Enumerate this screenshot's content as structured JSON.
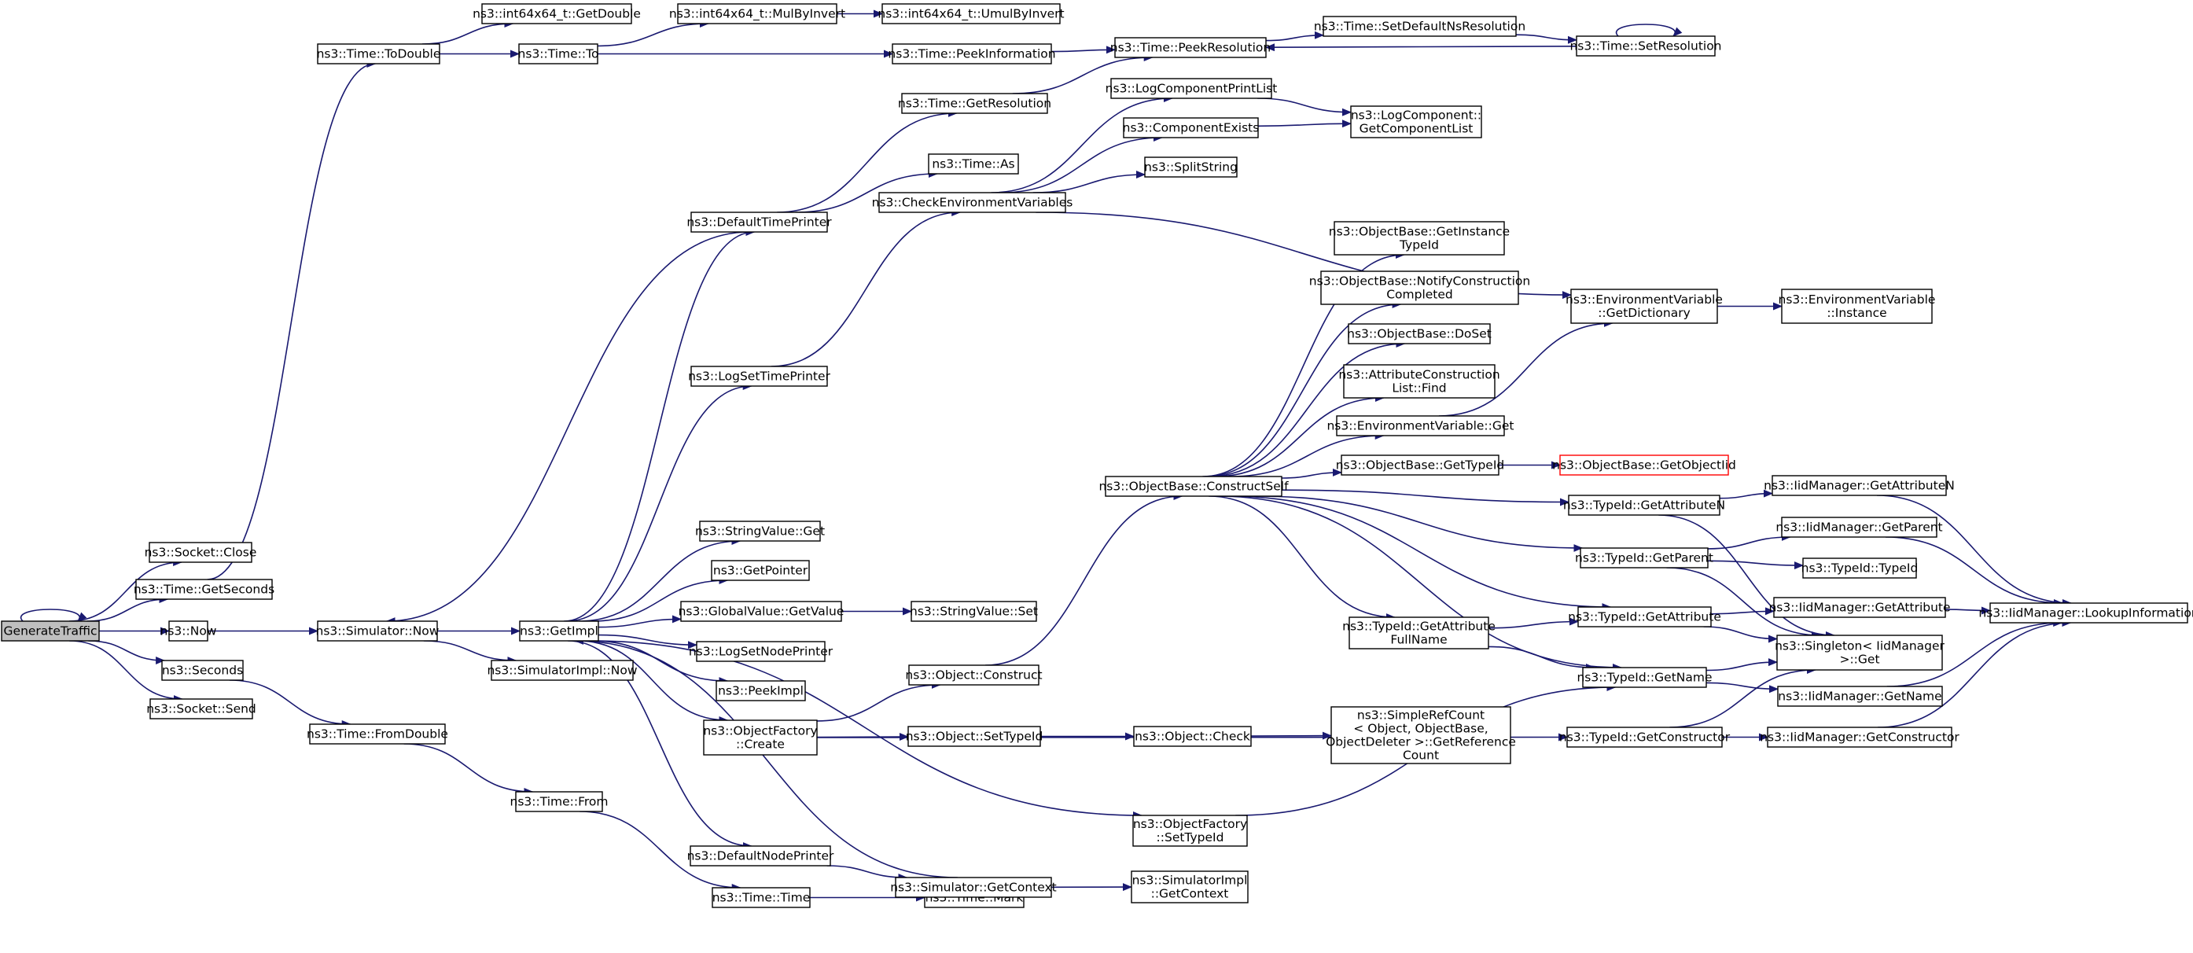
{
  "nodes": [
    {
      "id": "gt",
      "lines": [
        "GenerateTraffic"
      ],
      "root": true
    },
    {
      "id": "sclose",
      "lines": [
        "ns3::Socket::Close"
      ]
    },
    {
      "id": "getsec",
      "lines": [
        "ns3::Time::GetSeconds"
      ]
    },
    {
      "id": "now",
      "lines": [
        "ns3::Now"
      ]
    },
    {
      "id": "seconds",
      "lines": [
        "ns3::Seconds"
      ]
    },
    {
      "id": "ssend",
      "lines": [
        "ns3::Socket::Send"
      ]
    },
    {
      "id": "todouble",
      "lines": [
        "ns3::Time::ToDouble"
      ]
    },
    {
      "id": "simnow",
      "lines": [
        "ns3::Simulator::Now"
      ]
    },
    {
      "id": "fromdouble",
      "lines": [
        "ns3::Time::FromDouble"
      ]
    },
    {
      "id": "getdouble",
      "lines": [
        "ns3::int64x64_t::GetDouble"
      ]
    },
    {
      "id": "to",
      "lines": [
        "ns3::Time::To"
      ]
    },
    {
      "id": "mulbyinv",
      "lines": [
        "ns3::int64x64_t::MulByInvert"
      ]
    },
    {
      "id": "umulbyinv",
      "lines": [
        "ns3::int64x64_t::UmulByInvert"
      ]
    },
    {
      "id": "peekinfo",
      "lines": [
        "ns3::Time::PeekInformation"
      ]
    },
    {
      "id": "peekres",
      "lines": [
        "ns3::Time::PeekResolution"
      ]
    },
    {
      "id": "setdefns",
      "lines": [
        "ns3::Time::SetDefaultNsResolution"
      ]
    },
    {
      "id": "setres",
      "lines": [
        "ns3::Time::SetResolution"
      ]
    },
    {
      "id": "getres",
      "lines": [
        "ns3::Time::GetResolution"
      ]
    },
    {
      "id": "as",
      "lines": [
        "ns3::Time::As"
      ]
    },
    {
      "id": "dtp",
      "lines": [
        "ns3::DefaultTimePrinter"
      ]
    },
    {
      "id": "lsp",
      "lines": [
        "ns3::LogSetTimePrinter"
      ]
    },
    {
      "id": "getimpl",
      "lines": [
        "ns3::GetImpl"
      ]
    },
    {
      "id": "simimplnow",
      "lines": [
        "ns3::SimulatorImpl::Now"
      ]
    },
    {
      "id": "timefrom",
      "lines": [
        "ns3::Time::From"
      ]
    },
    {
      "id": "timetime",
      "lines": [
        "ns3::Time::Time"
      ]
    },
    {
      "id": "mark",
      "lines": [
        "ns3::Time::Mark"
      ]
    },
    {
      "id": "sval",
      "lines": [
        "ns3::StringValue::Get"
      ]
    },
    {
      "id": "getptr",
      "lines": [
        "ns3::GetPointer"
      ]
    },
    {
      "id": "gvget",
      "lines": [
        "ns3::GlobalValue::GetValue"
      ]
    },
    {
      "id": "svset",
      "lines": [
        "ns3::StringValue::Set"
      ]
    },
    {
      "id": "lsnp",
      "lines": [
        "ns3::LogSetNodePrinter"
      ]
    },
    {
      "id": "peekimpl",
      "lines": [
        "ns3::PeekImpl"
      ]
    },
    {
      "id": "ofcreate",
      "lines": [
        "ns3::ObjectFactory",
        "::Create"
      ]
    },
    {
      "id": "oconstruct",
      "lines": [
        "ns3::Object::Construct"
      ]
    },
    {
      "id": "osettid",
      "lines": [
        "ns3::Object::SetTypeId"
      ]
    },
    {
      "id": "ocheck",
      "lines": [
        "ns3::Object::Check"
      ]
    },
    {
      "id": "srefcount",
      "lines": [
        "ns3::SimpleRefCount",
        "< Object, ObjectBase,",
        " ObjectDeleter >::GetReference",
        "Count"
      ]
    },
    {
      "id": "dnp",
      "lines": [
        "ns3::DefaultNodePrinter"
      ]
    },
    {
      "id": "simgetctx",
      "lines": [
        "ns3::Simulator::GetContext"
      ]
    },
    {
      "id": "simimplctx",
      "lines": [
        "ns3::SimulatorImpl",
        "::GetContext"
      ]
    },
    {
      "id": "ofsettid",
      "lines": [
        "ns3::ObjectFactory",
        "::SetTypeId"
      ]
    },
    {
      "id": "cev",
      "lines": [
        "ns3::CheckEnvironmentVariables"
      ]
    },
    {
      "id": "lcpl",
      "lines": [
        "ns3::LogComponentPrintList"
      ]
    },
    {
      "id": "compex",
      "lines": [
        "ns3::ComponentExists"
      ]
    },
    {
      "id": "splitstr",
      "lines": [
        "ns3::SplitString"
      ]
    },
    {
      "id": "lcgcl",
      "lines": [
        "ns3::LogComponent::",
        "GetComponentList"
      ]
    },
    {
      "id": "obcs",
      "lines": [
        "ns3::ObjectBase::ConstructSelf"
      ]
    },
    {
      "id": "obgit",
      "lines": [
        "ns3::ObjectBase::GetInstance",
        "TypeId"
      ]
    },
    {
      "id": "obnc",
      "lines": [
        "ns3::ObjectBase::NotifyConstruction",
        "Completed"
      ]
    },
    {
      "id": "obdoset",
      "lines": [
        "ns3::ObjectBase::DoSet"
      ]
    },
    {
      "id": "acfind",
      "lines": [
        "ns3::AttributeConstruction",
        "List::Find"
      ]
    },
    {
      "id": "evget",
      "lines": [
        "ns3::EnvironmentVariable::Get"
      ]
    },
    {
      "id": "obgettid",
      "lines": [
        "ns3::ObjectBase::GetTypeId"
      ]
    },
    {
      "id": "obgoi",
      "lines": [
        "ns3::ObjectBase::GetObjectIid"
      ],
      "red": true
    },
    {
      "id": "evgd",
      "lines": [
        "ns3::EnvironmentVariable",
        "::GetDictionary"
      ]
    },
    {
      "id": "evinst",
      "lines": [
        "ns3::EnvironmentVariable",
        "::Instance"
      ]
    },
    {
      "id": "tidgan",
      "lines": [
        "ns3::TypeId::GetAttributeN"
      ]
    },
    {
      "id": "tidgp",
      "lines": [
        "ns3::TypeId::GetParent"
      ]
    },
    {
      "id": "tidgafn",
      "lines": [
        "ns3::TypeId::GetAttribute",
        "FullName"
      ]
    },
    {
      "id": "tidga",
      "lines": [
        "ns3::TypeId::GetAttribute"
      ]
    },
    {
      "id": "tidgn",
      "lines": [
        "ns3::TypeId::GetName"
      ]
    },
    {
      "id": "tidgc",
      "lines": [
        "ns3::TypeId::GetConstructor"
      ]
    },
    {
      "id": "imgan",
      "lines": [
        "ns3::IidManager::GetAttributeN"
      ]
    },
    {
      "id": "imgp",
      "lines": [
        "ns3::IidManager::GetParent"
      ]
    },
    {
      "id": "tidtid",
      "lines": [
        "ns3::TypeId::TypeId"
      ]
    },
    {
      "id": "imga",
      "lines": [
        "ns3::IidManager::GetAttribute"
      ]
    },
    {
      "id": "singget",
      "lines": [
        "ns3::Singleton< IidManager",
        " >::Get"
      ]
    },
    {
      "id": "imgn",
      "lines": [
        "ns3::IidManager::GetName"
      ]
    },
    {
      "id": "imgc",
      "lines": [
        "ns3::IidManager::GetConstructor"
      ]
    },
    {
      "id": "imli",
      "lines": [
        "ns3::IidManager::LookupInformation"
      ]
    }
  ]
}
